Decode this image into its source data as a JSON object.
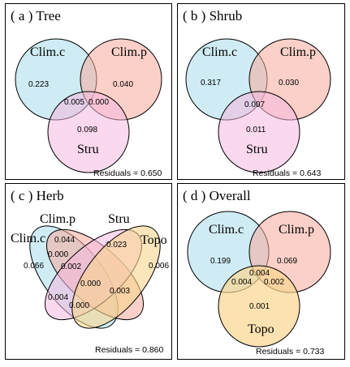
{
  "colors": {
    "clim_c": "#bfe6f0",
    "clim_p": "#f7a99a",
    "stru": "#f5b8de",
    "topo": "#f9d58e"
  },
  "panels": {
    "tree": {
      "title": "( a ) Tree",
      "labels": {
        "clim_c": "Clim.c",
        "clim_p": "Clim.p",
        "stru": "Stru"
      },
      "values": {
        "clim_c_only": "0.223",
        "clim_p_only": "0.040",
        "cc_stru": "0.005",
        "cp_stru": "0.000",
        "stru_only": "0.098"
      },
      "residuals": "Residuals = 0.650"
    },
    "shrub": {
      "title": "( b ) Shrub",
      "labels": {
        "clim_c": "Clim.c",
        "clim_p": "Clim.p",
        "stru": "Stru"
      },
      "values": {
        "clim_c_only": "0.317",
        "clim_p_only": "0.030",
        "center": "0.007",
        "stru_only": "0.011"
      },
      "residuals": "Residuals = 0.643"
    },
    "herb": {
      "title": "( c ) Herb",
      "labels": {
        "clim_c": "Clim.c",
        "clim_p": "Clim.p",
        "stru": "Stru",
        "topo": "Topo"
      },
      "values": {
        "clim_c_only": "0.066",
        "clim_p_only": "0.044",
        "stru_only": "0.023",
        "topo_only": "0.006",
        "cc_cp": "0.000",
        "cc_cp_st": "0.002",
        "cc_st": "0.004",
        "center": "0.000",
        "lower": "0.000",
        "st_tp": "0.003"
      },
      "residuals": "Residuals = 0.860"
    },
    "overall": {
      "title": "( d ) Overall",
      "labels": {
        "clim_c": "Clim.c",
        "clim_p": "Clim.p",
        "topo": "Topo"
      },
      "values": {
        "clim_c_only": "0.199",
        "clim_p_only": "0.069",
        "top_center": "0.004",
        "cc_tp": "0.004",
        "cp_tp": "0.002",
        "topo_only": "0.001"
      },
      "residuals": "Residuals = 0.733"
    }
  }
}
